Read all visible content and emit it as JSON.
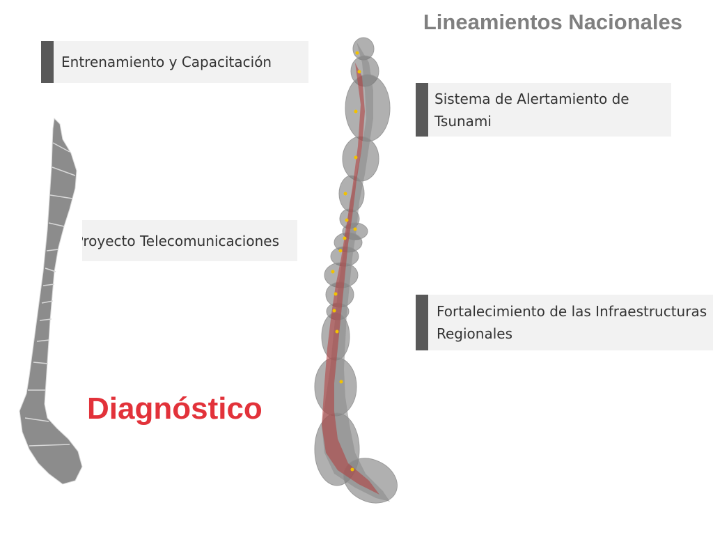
{
  "slide": {
    "title": "Lineamientos Nacionales",
    "boxes": {
      "training": "Entrenamiento y Capacitación",
      "tsunami": "Sistema de Alertamiento de Tsunami",
      "telecom": "Proyecto Telecomunicaciones",
      "infra": "Fortalecimiento de las Infraestructuras Regionales"
    },
    "diagnostic": "Diagnóstico"
  },
  "colors": {
    "title": "#7f7f7f",
    "box_bg": "#f2f2f2",
    "box_bar": "#595959",
    "diagnostic": "#e2323a",
    "map_fill": "#8c8c8c",
    "zone_fill": "#b33a3a",
    "marker": "#f2c200"
  }
}
